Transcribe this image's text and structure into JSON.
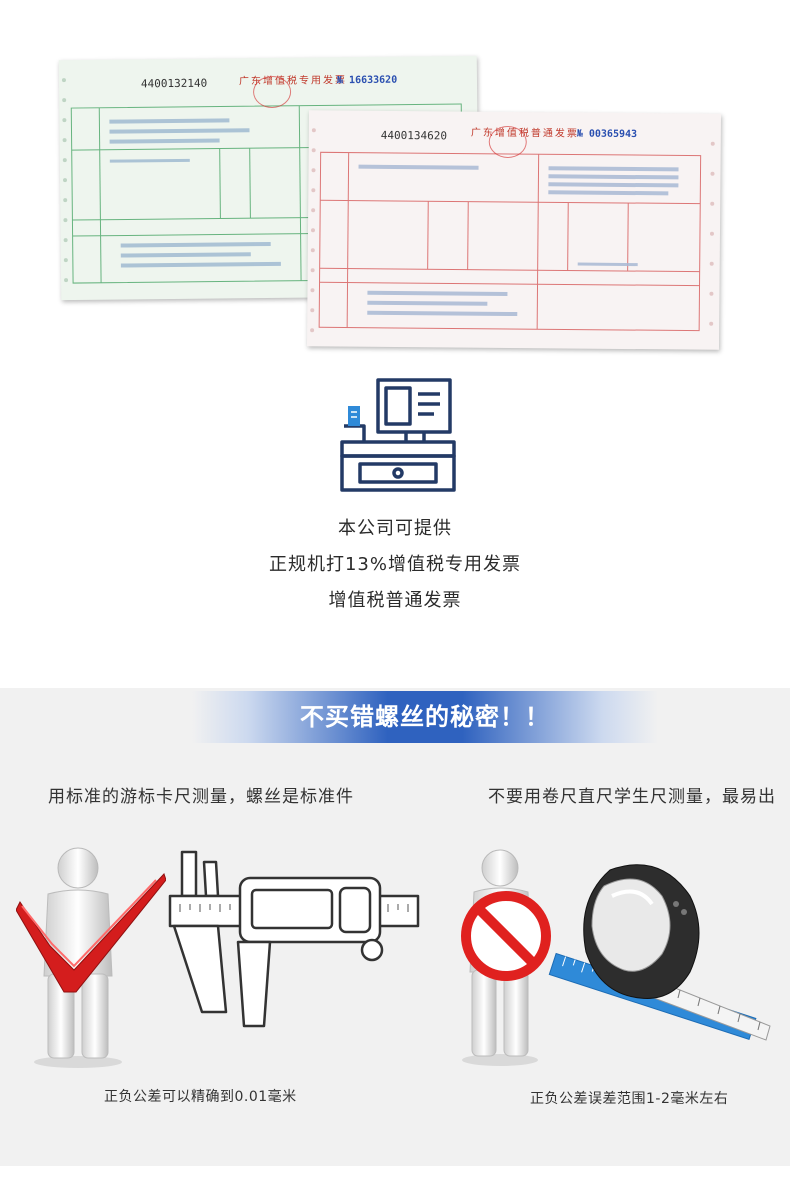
{
  "invoices": {
    "green": {
      "code": "4400132140",
      "title": "广东增值税专用发票",
      "number": "№ 16633620"
    },
    "red": {
      "code": "4400134620",
      "title": "广东增值税普通发票",
      "number": "№ 00365943"
    }
  },
  "info": {
    "line1": "本公司可提供",
    "line2": "正规机打13%增值税专用发票",
    "line3": "增值税普通发票"
  },
  "secret": {
    "banner": "不买错螺丝的秘密！！",
    "left_heading": "用标准的游标卡尺测量，螺丝是标准件",
    "right_heading": "不要用卷尺直尺学生尺测量，最易出",
    "left_caption": "正负公差可以精确到0.01毫米",
    "right_caption": "正负公差误差范围1-2毫米左右"
  },
  "colors": {
    "icon_navy": "#233a66",
    "icon_accent": "#2f8ad8",
    "banner_blue": "#2f62bf",
    "check_red": "#d41d1d",
    "prohibit_red": "#e0211f"
  }
}
